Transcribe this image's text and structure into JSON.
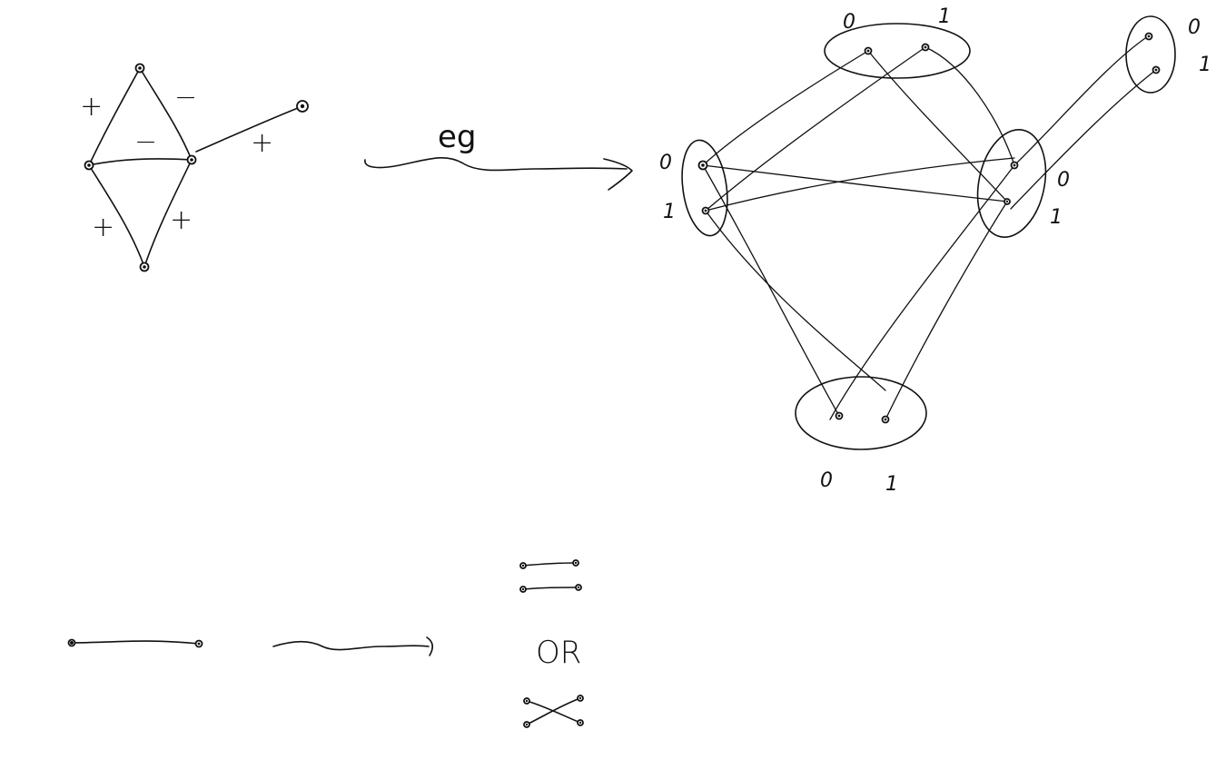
{
  "signed_graph": {
    "edge_signs": [
      "+",
      "−",
      "−",
      "+",
      "+",
      "+"
    ]
  },
  "arrow_label": "eg",
  "bit_labels": {
    "top": [
      "0",
      "1"
    ],
    "left": [
      "0",
      "1"
    ],
    "right": [
      "0",
      "1"
    ],
    "far_right": [
      "0",
      "1"
    ],
    "bottom": [
      "0",
      "1"
    ]
  },
  "or_label": "OR",
  "colors": {
    "ink": "#111111",
    "background": "#ffffff"
  }
}
